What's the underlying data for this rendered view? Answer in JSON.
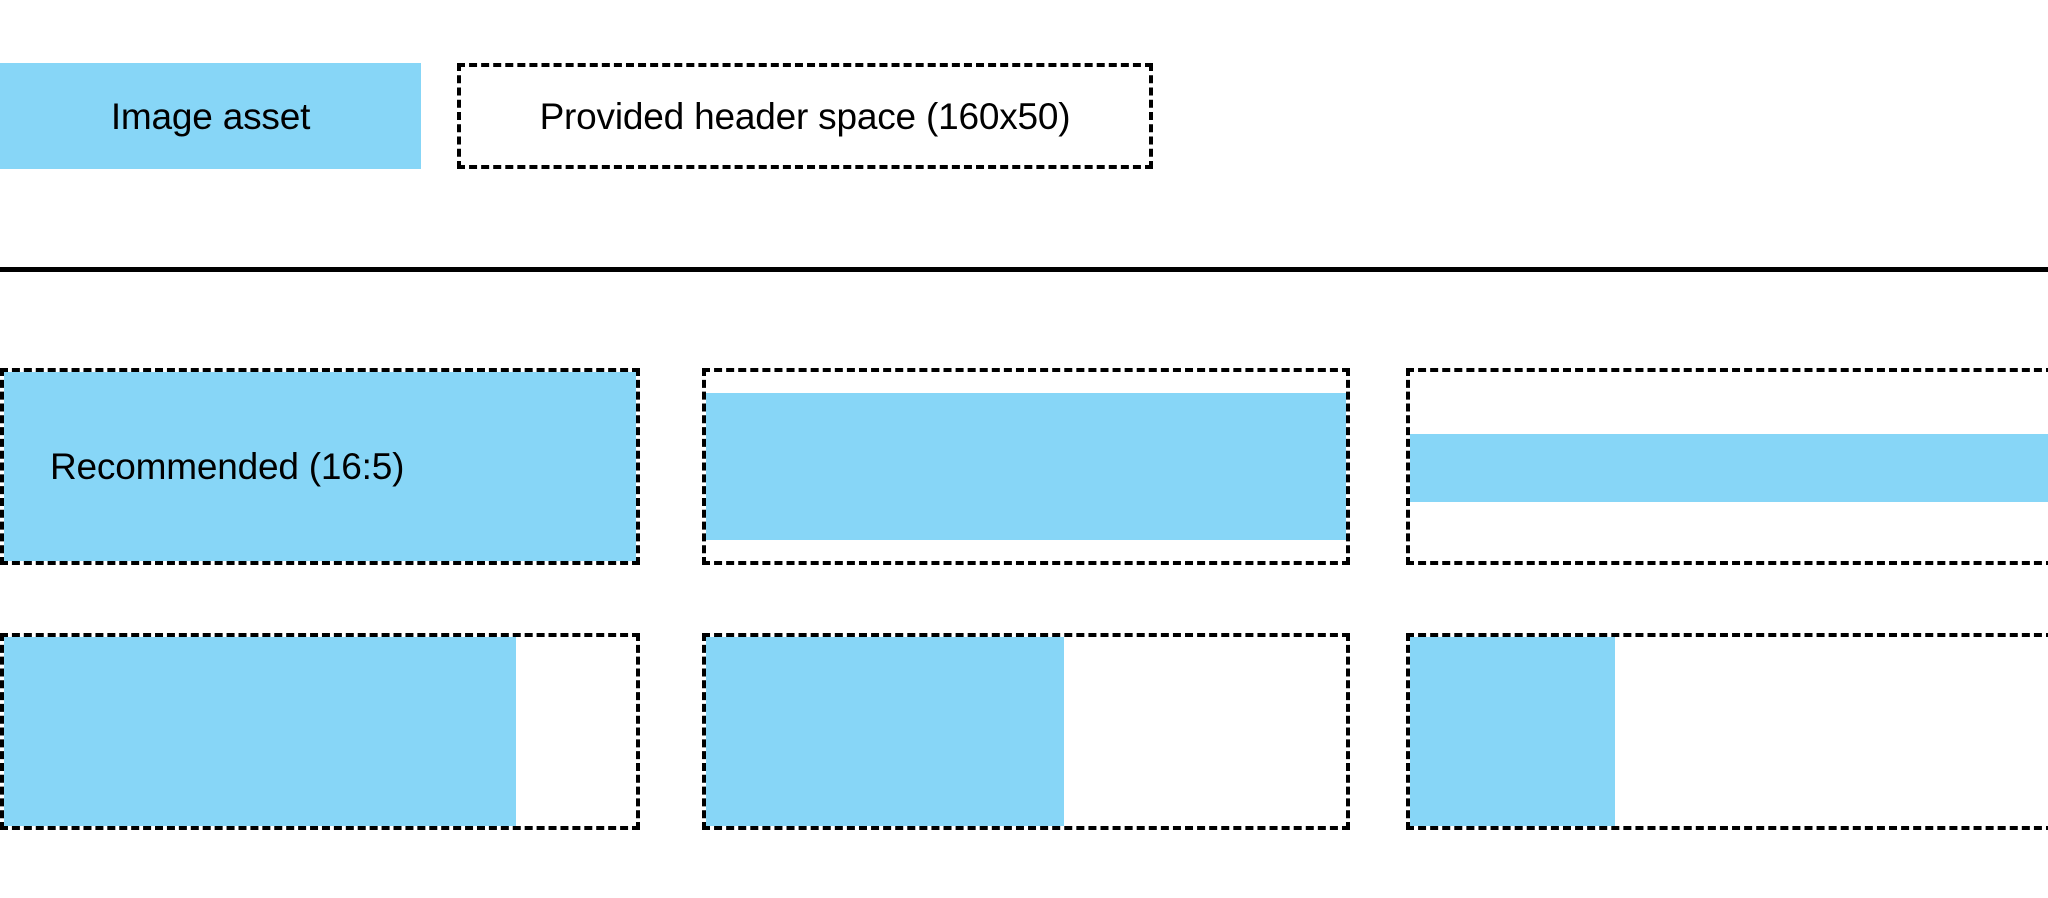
{
  "legend": {
    "swatch_label": "Image asset",
    "outline_label": "Provided header space (160x50)",
    "swatch_color": "#87D6F7",
    "outline_color": "#000000"
  },
  "divider": {
    "color": "#000000"
  },
  "samples": {
    "rows": [
      {
        "cells": [
          {
            "label": "Recommended (16:5)",
            "fill_left_pct": 0,
            "fill_top_pct": 0,
            "fill_width_pct": 100,
            "fill_height_pct": 100
          },
          {
            "label": "",
            "fill_left_pct": 0,
            "fill_top_pct": 11,
            "fill_width_pct": 100,
            "fill_height_pct": 78
          },
          {
            "label": "",
            "fill_left_pct": 0,
            "fill_top_pct": 33,
            "fill_width_pct": 100,
            "fill_height_pct": 36
          }
        ]
      },
      {
        "cells": [
          {
            "label": "",
            "fill_left_pct": 0,
            "fill_top_pct": 0,
            "fill_width_pct": 81,
            "fill_height_pct": 100
          },
          {
            "label": "",
            "fill_left_pct": 0,
            "fill_top_pct": 0,
            "fill_width_pct": 56,
            "fill_height_pct": 100
          },
          {
            "label": "",
            "fill_left_pct": 0,
            "fill_top_pct": 0,
            "fill_width_pct": 32,
            "fill_height_pct": 100
          }
        ]
      }
    ]
  }
}
